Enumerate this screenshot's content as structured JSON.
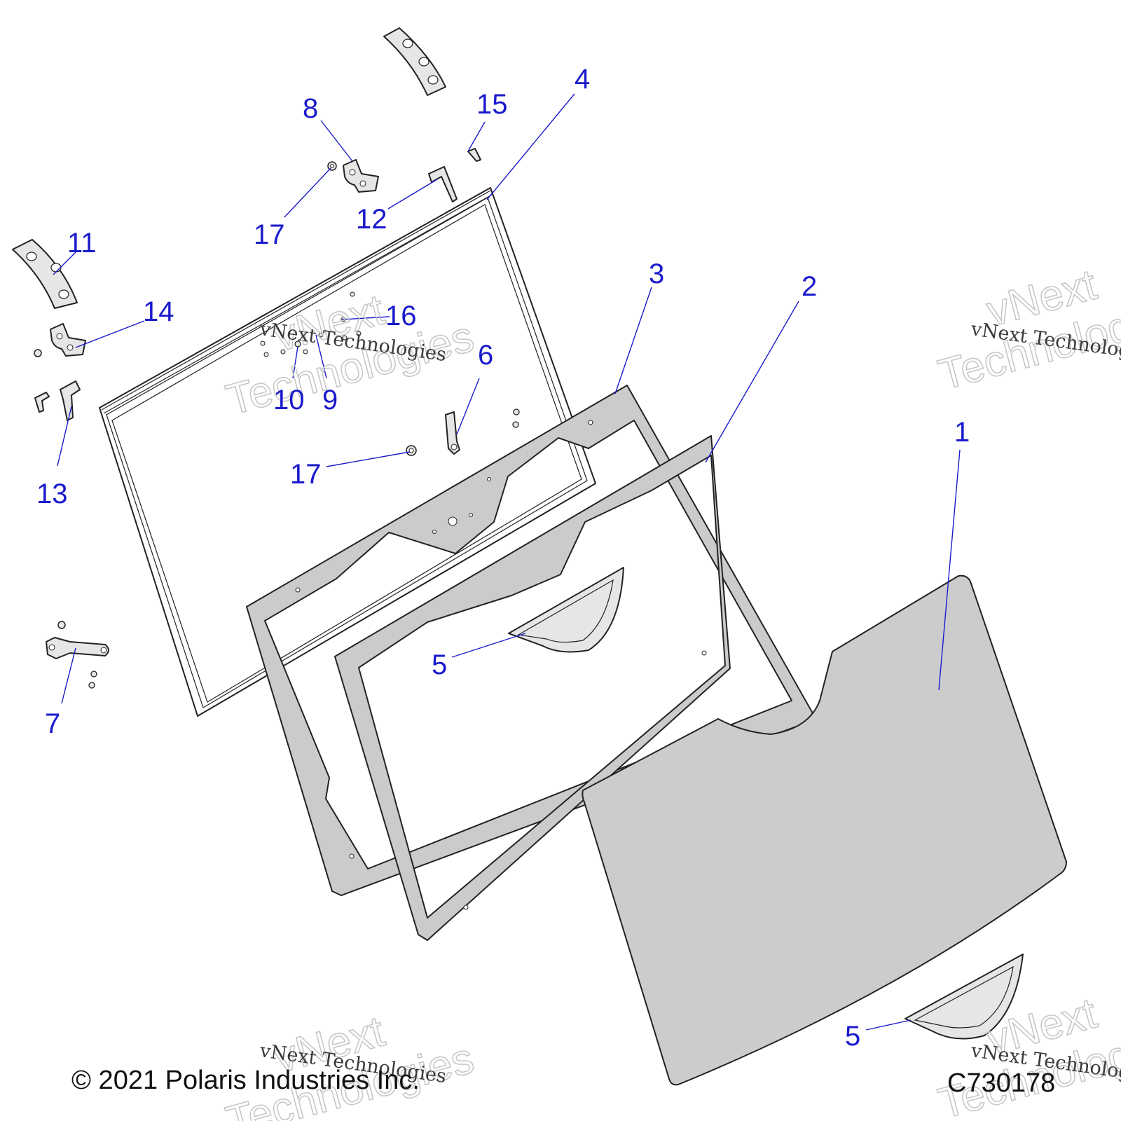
{
  "diagram": {
    "callouts": [
      "1",
      "2",
      "3",
      "4",
      "5",
      "5",
      "6",
      "7",
      "8",
      "9",
      "10",
      "11",
      "12",
      "13",
      "14",
      "15",
      "16",
      "17",
      "17"
    ],
    "watermark_line1": "vNext",
    "watermark_line2": "Technologies",
    "watermark_small": "vNext Technologies",
    "copyright": "© 2021 Polaris Industries Inc.",
    "drawing_number": "C730178"
  },
  "colors": {
    "callout": "#1a1acc",
    "panel_fill": "#cccccc",
    "frame_fill": "#cbcbcb",
    "line": "#222222"
  }
}
